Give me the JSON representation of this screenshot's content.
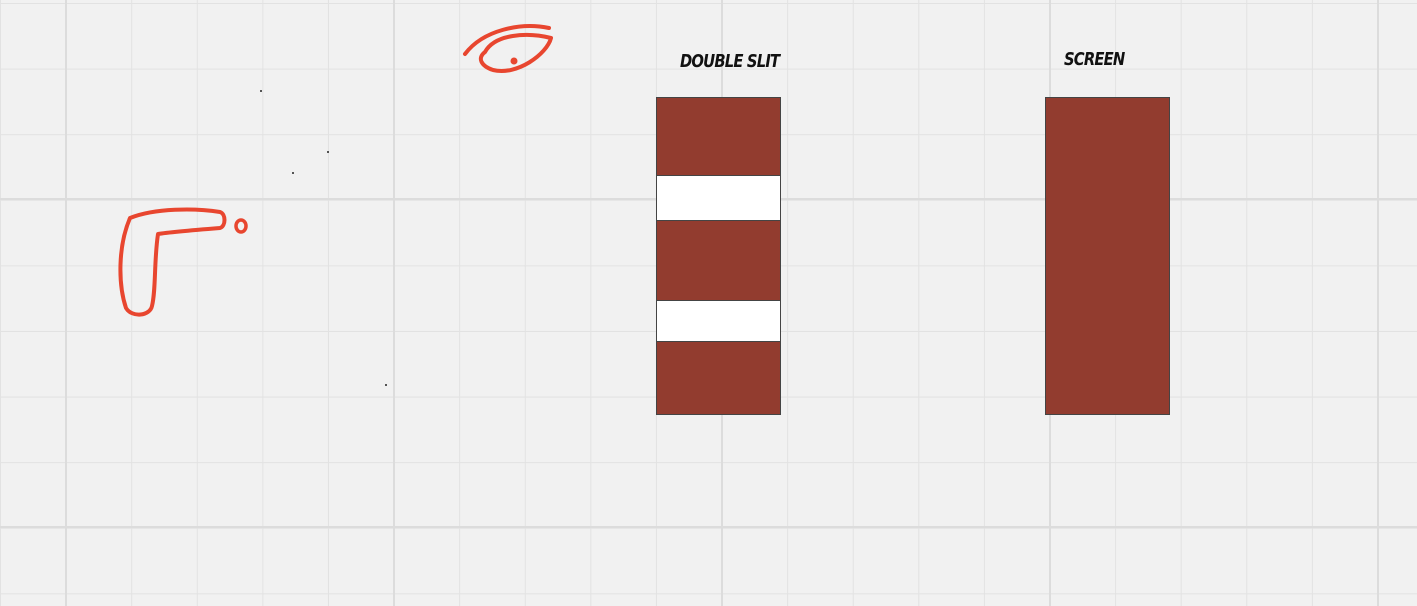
{
  "canvas": {
    "background": "#f1f1f1",
    "grid_color": "#e2e2e2"
  },
  "labels": {
    "double_slit": "Double slit",
    "screen": "Screen"
  },
  "colors": {
    "panel_fill": "#923c2f",
    "slit_fill": "#ffffff",
    "ink_stroke": "#e8462f"
  },
  "drawings": {
    "eye": "eye-doodle",
    "gun": "light-source-doodle"
  }
}
